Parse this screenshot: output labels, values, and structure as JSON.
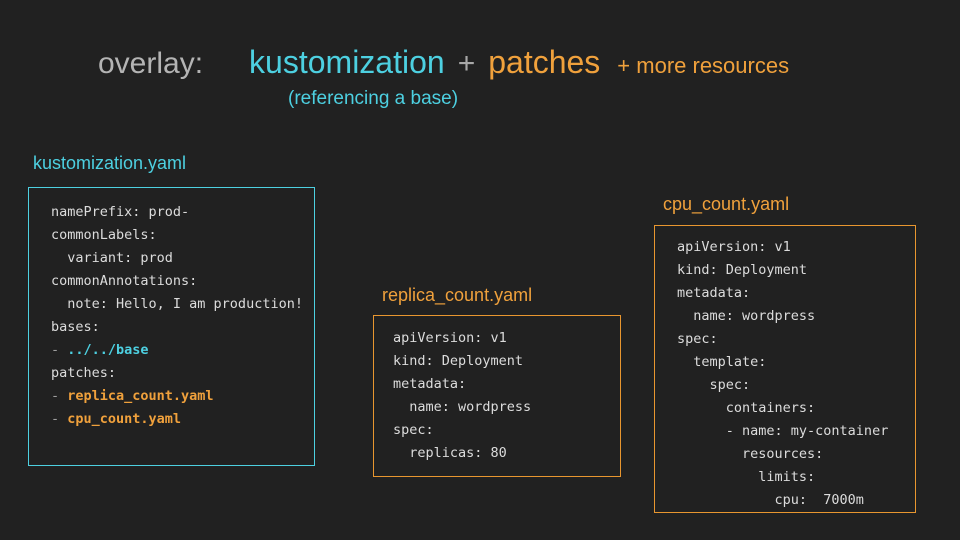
{
  "slide": {
    "title": {
      "overlay": "overlay:",
      "kustomization": "kustomization",
      "plus": "+",
      "patches": "patches",
      "more_resources": "+ more resources",
      "subtitle": "(referencing a base)"
    },
    "boxes": [
      {
        "label": "kustomization.yaml",
        "accent": "cyan",
        "code": [
          [
            {
              "t": "namePrefix: prod-"
            }
          ],
          [
            {
              "t": "commonLabels:"
            }
          ],
          [
            {
              "t": "  variant: prod"
            }
          ],
          [
            {
              "t": "commonAnnotations:"
            }
          ],
          [
            {
              "t": "  note: Hello, I am production!"
            }
          ],
          [
            {
              "t": "bases:"
            }
          ],
          [
            {
              "t": "- ",
              "c": "dash"
            },
            {
              "t": "../../base",
              "c": "cyan"
            }
          ],
          [
            {
              "t": "patches:"
            }
          ],
          [
            {
              "t": "- ",
              "c": "dash"
            },
            {
              "t": "replica_count.yaml",
              "c": "orange"
            }
          ],
          [
            {
              "t": "- ",
              "c": "dash"
            },
            {
              "t": "cpu_count.yaml",
              "c": "orange"
            }
          ]
        ]
      },
      {
        "label": "replica_count.yaml",
        "accent": "orange",
        "code": [
          [
            {
              "t": "apiVersion: v1"
            }
          ],
          [
            {
              "t": "kind: Deployment"
            }
          ],
          [
            {
              "t": "metadata:"
            }
          ],
          [
            {
              "t": "  name: wordpress"
            }
          ],
          [
            {
              "t": "spec:"
            }
          ],
          [
            {
              "t": "  replicas: 80"
            }
          ]
        ]
      },
      {
        "label": "cpu_count.yaml",
        "accent": "orange",
        "code": [
          [
            {
              "t": "apiVersion: v1"
            }
          ],
          [
            {
              "t": "kind: Deployment"
            }
          ],
          [
            {
              "t": "metadata:"
            }
          ],
          [
            {
              "t": "  name: wordpress"
            }
          ],
          [
            {
              "t": "spec:"
            }
          ],
          [
            {
              "t": "  template:"
            }
          ],
          [
            {
              "t": "    spec:"
            }
          ],
          [
            {
              "t": "      containers:"
            }
          ],
          [
            {
              "t": "      - name: my-container"
            }
          ],
          [
            {
              "t": "        resources:"
            }
          ],
          [
            {
              "t": "          limits:"
            }
          ],
          [
            {
              "t": "            cpu:  7000m"
            }
          ]
        ]
      }
    ]
  },
  "colors": {
    "background": "#212121",
    "cyan_accent": "#4dd0e1",
    "orange_accent": "#f0a13c",
    "title_gray": "#b4b4b4",
    "code_text": "#dcdcdc"
  }
}
